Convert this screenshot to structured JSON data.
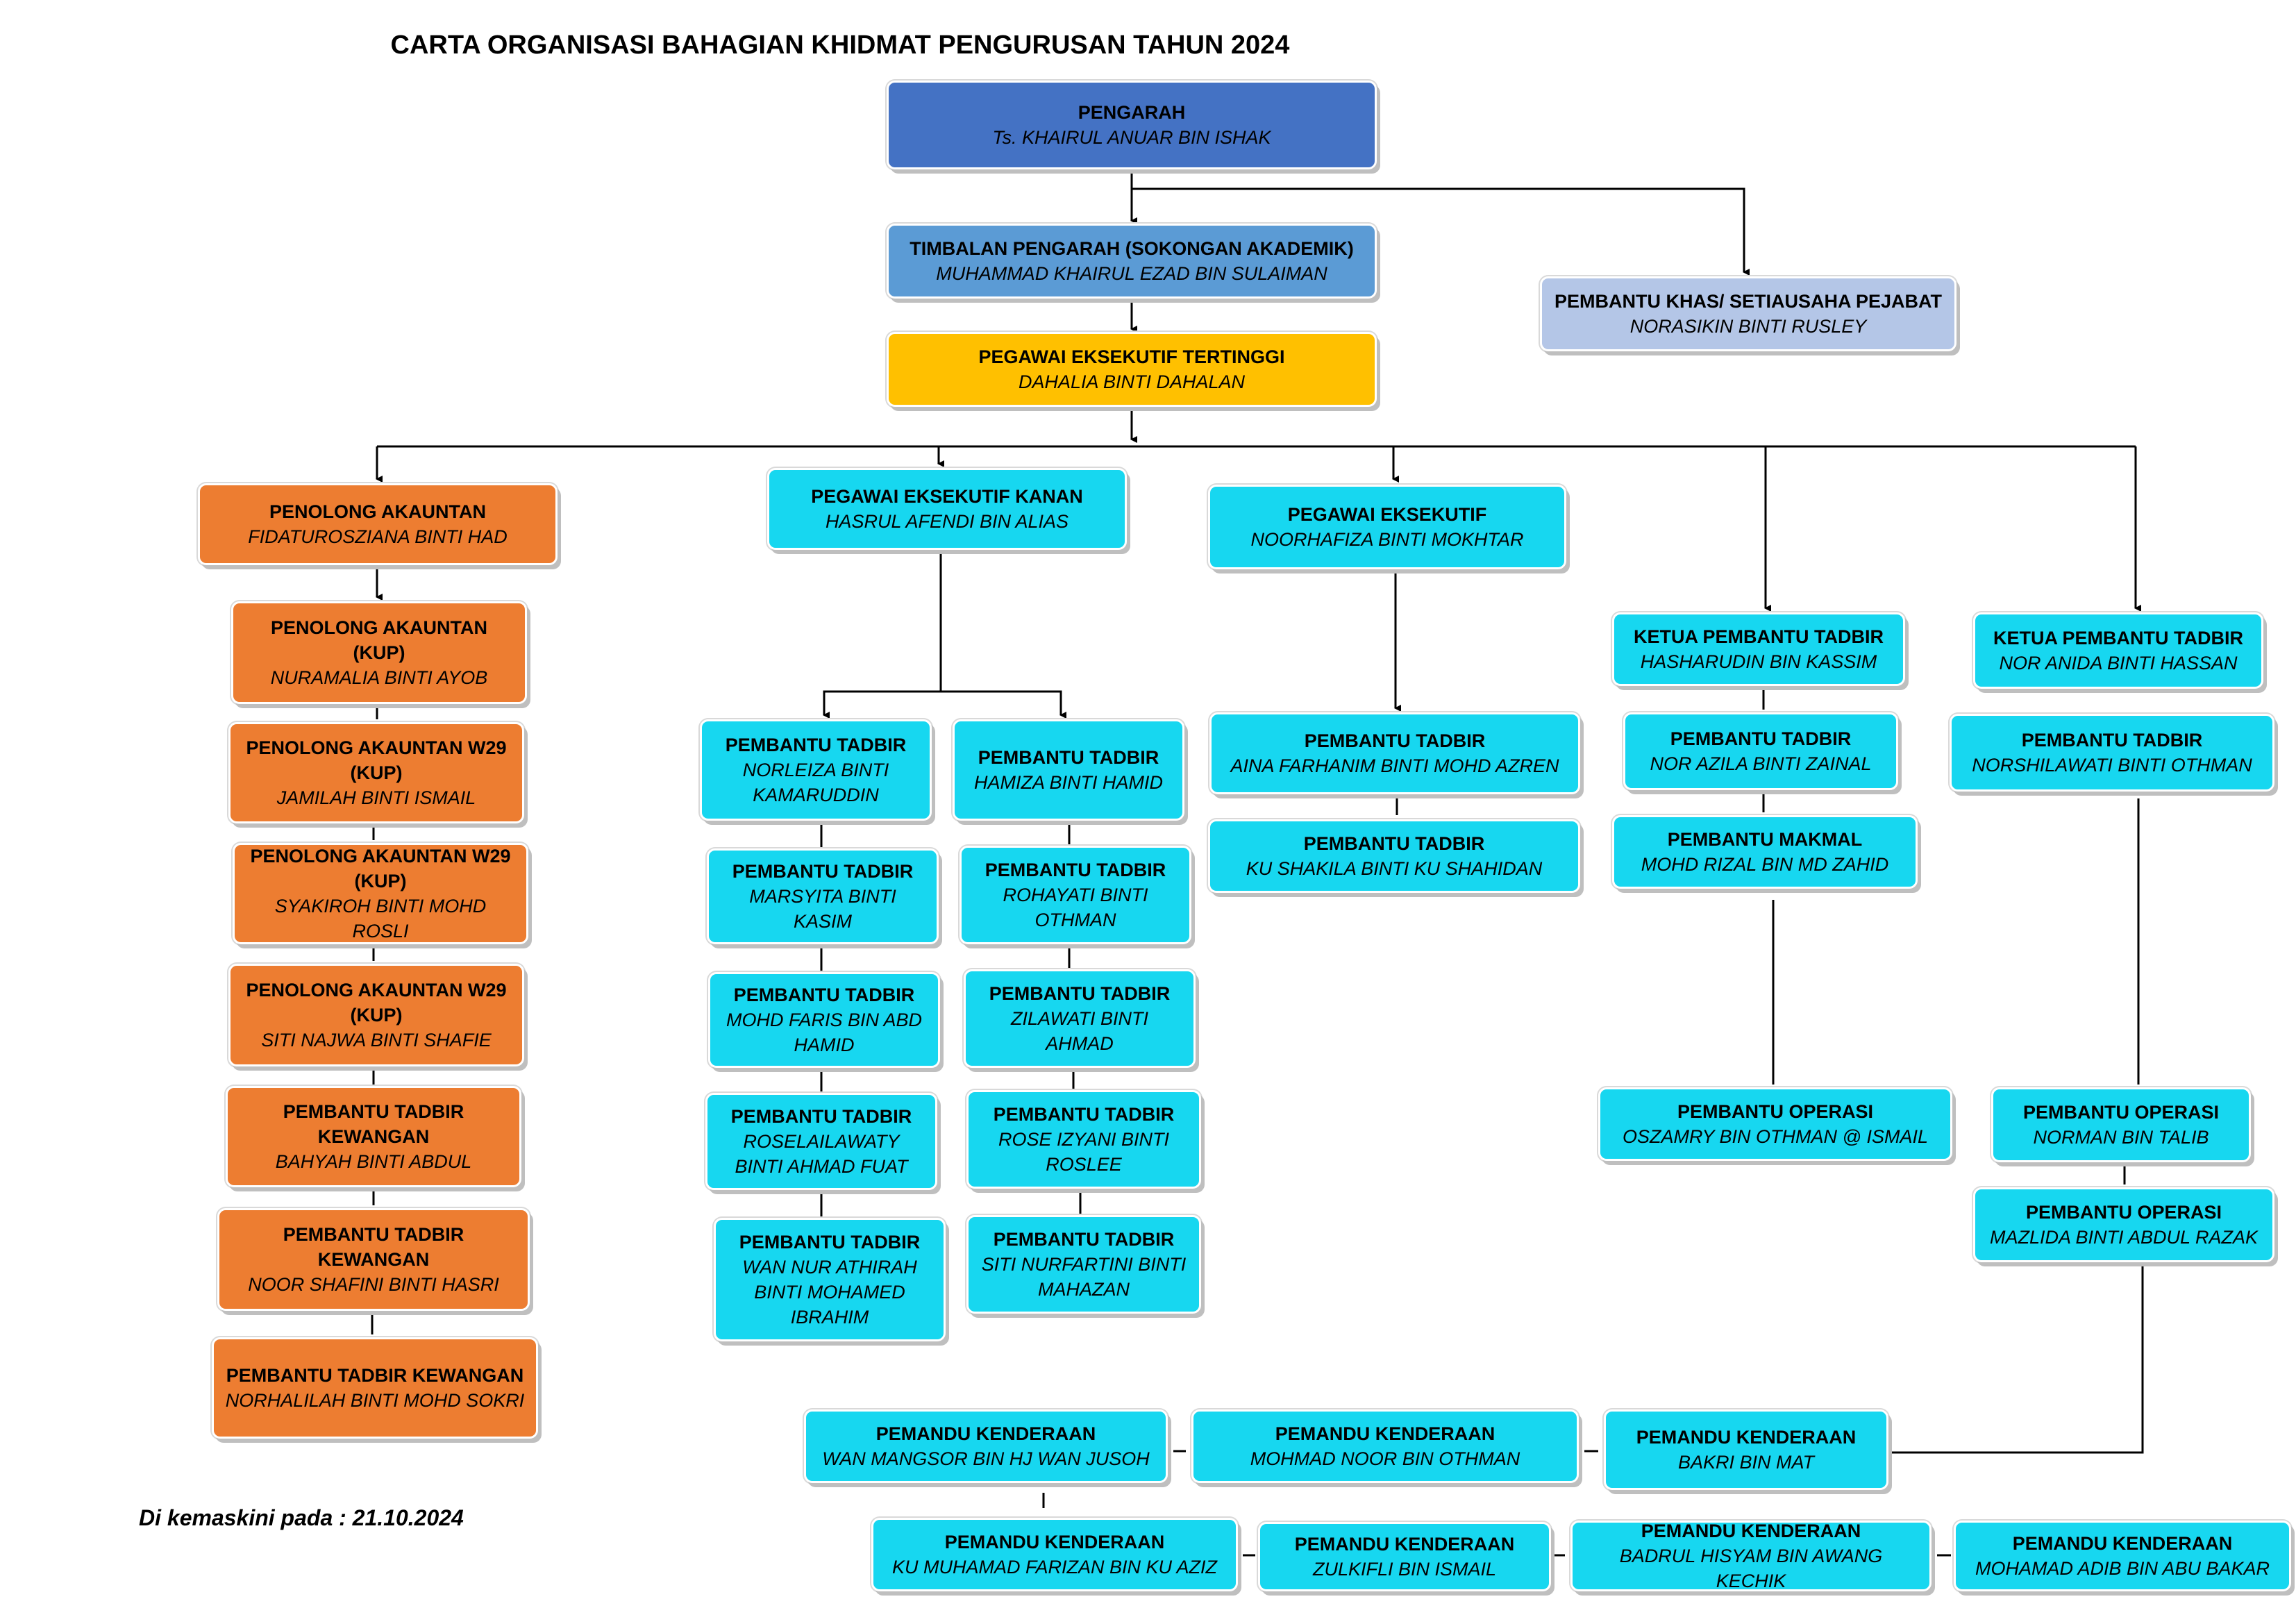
{
  "title": "CARTA ORGANISASI BAHAGIAN KHIDMAT PENGURUSAN TAHUN 2024",
  "updated": "Di kemaskini pada : 21.10.2024",
  "colors": {
    "dark_blue": "#4472c4",
    "mid_blue": "#5b9bd5",
    "yellow": "#ffc000",
    "lavender": "#b4c6e7",
    "orange": "#ed7d31",
    "cyan": "#17d7f0"
  },
  "boxes": {
    "pengarah": {
      "role": "PENGARAH",
      "name": "Ts. KHAIRUL ANUAR BIN ISHAK"
    },
    "timbalan": {
      "role": "TIMBALAN PENGARAH (SOKONGAN AKADEMIK)",
      "name": "MUHAMMAD KHAIRUL EZAD BIN SULAIMAN"
    },
    "khas": {
      "role": "PEMBANTU KHAS/ SETIAUSAHA PEJABAT",
      "name": "NORASIKIN BINTI RUSLEY"
    },
    "tertinggi": {
      "role": "PEGAWAI EKSEKUTIF TERTINGGI",
      "name": "DAHALIA BINTI DAHALAN"
    },
    "acc1": {
      "role": "PENOLONG AKAUNTAN",
      "name": "FIDATUROSZIANA BINTI HAD"
    },
    "acc2": {
      "role": "PENOLONG AKAUNTAN (KUP)",
      "name": "NURAMALIA BINTI AYOB"
    },
    "acc3": {
      "role": "PENOLONG AKAUNTAN W29 (KUP)",
      "name": "JAMILAH BINTI ISMAIL"
    },
    "acc4": {
      "role": "PENOLONG AKAUNTAN W29 (KUP)",
      "name": "SYAKIROH BINTI MOHD ROSLI"
    },
    "acc5": {
      "role": "PENOLONG AKAUNTAN W29 (KUP)",
      "name": "SITI NAJWA BINTI SHAFIE"
    },
    "acc6": {
      "role": "PEMBANTU TADBIR KEWANGAN",
      "name": "BAHYAH BINTI ABDUL"
    },
    "acc7": {
      "role": "PEMBANTU TADBIR KEWANGAN",
      "name": "NOOR SHAFINI BINTI HASRI"
    },
    "acc8": {
      "role": "PEMBANTU TADBIR KEWANGAN",
      "name": "NORHALILAH BINTI MOHD SOKRI"
    },
    "kanan": {
      "role": "PEGAWAI EKSEKUTIF KANAN",
      "name": "HASRUL AFENDI BIN ALIAS"
    },
    "ka1": {
      "role": "PEMBANTU TADBIR",
      "name": "NORLEIZA BINTI KAMARUDDIN"
    },
    "ka2": {
      "role": "PEMBANTU TADBIR",
      "name": "MARSYITA BINTI KASIM"
    },
    "ka3": {
      "role": "PEMBANTU TADBIR",
      "name": "MOHD FARIS BIN ABD HAMID"
    },
    "ka4": {
      "role": "PEMBANTU TADBIR",
      "name": "ROSELAILAWATY BINTI AHMAD FUAT"
    },
    "ka5": {
      "role": "PEMBANTU TADBIR",
      "name": "WAN NUR ATHIRAH BINTI MOHAMED IBRAHIM"
    },
    "kb1": {
      "role": "PEMBANTU TADBIR",
      "name": "HAMIZA BINTI HAMID"
    },
    "kb2": {
      "role": "PEMBANTU TADBIR",
      "name": "ROHAYATI BINTI OTHMAN"
    },
    "kb3": {
      "role": "PEMBANTU TADBIR",
      "name": "ZILAWATI BINTI AHMAD"
    },
    "kb4": {
      "role": "PEMBANTU TADBIR",
      "name": "ROSE IZYANI BINTI ROSLEE"
    },
    "kb5": {
      "role": "PEMBANTU TADBIR",
      "name": "SITI NURFARTINI BINTI MAHAZAN"
    },
    "eks": {
      "role": "PEGAWAI EKSEKUTIF",
      "name": "NOORHAFIZA BINTI MOKHTAR"
    },
    "ex1": {
      "role": "PEMBANTU TADBIR",
      "name": "AINA FARHANIM BINTI MOHD AZREN"
    },
    "ex2": {
      "role": "PEMBANTU TADBIR",
      "name": "KU SHAKILA BINTI KU SHAHIDAN"
    },
    "kpt1": {
      "role": "KETUA PEMBANTU TADBIR",
      "name": "HASHARUDIN BIN KASSIM"
    },
    "k1a": {
      "role": "PEMBANTU TADBIR",
      "name": "NOR AZILA BINTI ZAINAL"
    },
    "k1b": {
      "role": "PEMBANTU MAKMAL",
      "name": "MOHD RIZAL BIN MD ZAHID"
    },
    "k1c": {
      "role": "PEMBANTU OPERASI",
      "name": "OSZAMRY BIN OTHMAN @ ISMAIL"
    },
    "kpt2": {
      "role": "KETUA PEMBANTU TADBIR",
      "name": "NOR ANIDA BINTI HASSAN"
    },
    "k2a": {
      "role": "PEMBANTU TADBIR",
      "name": "NORSHILAWATI BINTI OTHMAN"
    },
    "k2b": {
      "role": "PEMBANTU OPERASI",
      "name": "NORMAN BIN TALIB"
    },
    "k2c": {
      "role": "PEMBANTU OPERASI",
      "name": "MAZLIDA BINTI ABDUL RAZAK"
    },
    "d1": {
      "role": "PEMANDU KENDERAAN",
      "name": "WAN MANGSOR BIN HJ WAN JUSOH"
    },
    "d2": {
      "role": "PEMANDU KENDERAAN",
      "name": "MOHMAD NOOR BIN OTHMAN"
    },
    "d3": {
      "role": "PEMANDU KENDERAAN",
      "name": "BAKRI BIN MAT"
    },
    "d4": {
      "role": "PEMANDU KENDERAAN",
      "name": "KU MUHAMAD FARIZAN BIN KU AZIZ"
    },
    "d5": {
      "role": "PEMANDU KENDERAAN",
      "name": "ZULKIFLI BIN ISMAIL"
    },
    "d6": {
      "role": "PEMANDU KENDERAAN",
      "name": "BADRUL HISYAM BIN AWANG KECHIK"
    },
    "d7": {
      "role": "PEMANDU KENDERAAN",
      "name": "MOHAMAD ADIB BIN ABU BAKAR"
    }
  }
}
